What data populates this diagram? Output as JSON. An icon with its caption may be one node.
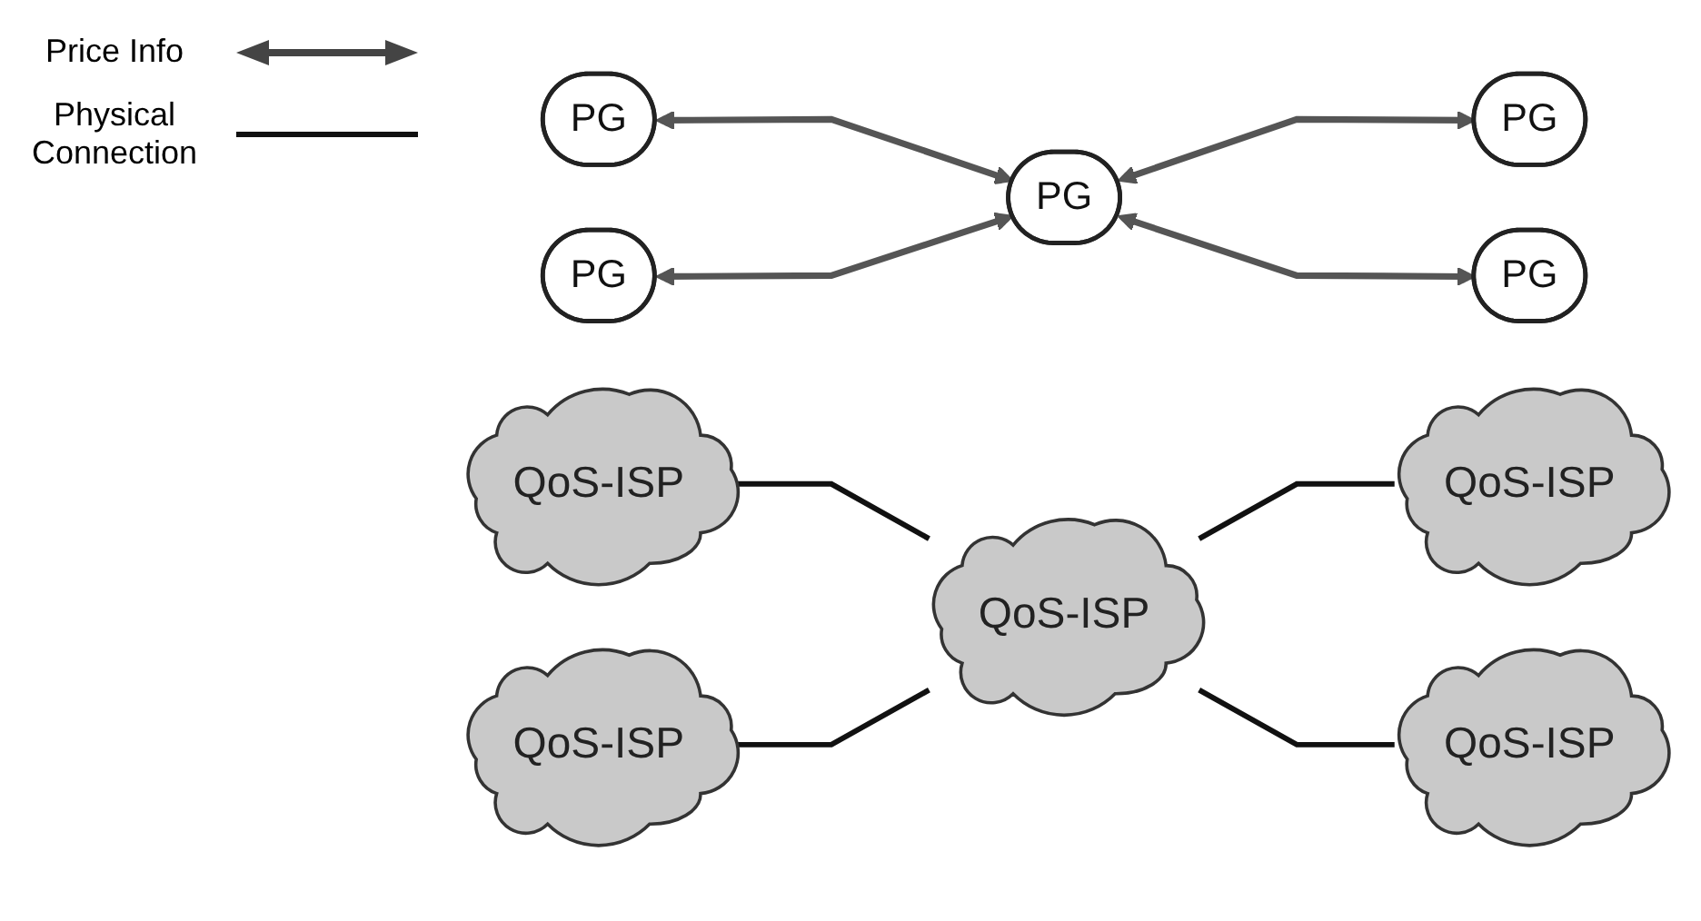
{
  "diagram": {
    "nodes": [
      {
        "text": [
          "PG"
        ]
      },
      {
        "text": [
          "QoS-ISP"
        ]
      },
      {
        "text": [
          "PG"
        ]
      },
      {
        "text": [
          "QoS-ISP"
        ]
      },
      {
        "text": [
          "PG"
        ]
      },
      {
        "text": [
          "QoS-ISP"
        ]
      },
      {
        "text": [
          "PG"
        ]
      },
      {
        "text": [
          "QoS-ISP"
        ]
      },
      {
        "text": [
          "PG"
        ]
      },
      {
        "text": [
          "QoS-ISP"
        ]
      }
    ],
    "edges": [
      {
        "from": 2,
        "to": 4,
        "arrow": "both"
      },
      {
        "from": 8,
        "to": 4,
        "arrow": "both"
      },
      {
        "from": 4,
        "to": 0,
        "arrow": "both"
      },
      {
        "from": 4,
        "to": 6,
        "arrow": "both"
      },
      {
        "from": 3,
        "to": 5,
        "arrow": "none"
      },
      {
        "from": 9,
        "to": 5,
        "arrow": "none"
      },
      {
        "from": 5,
        "to": 1,
        "arrow": "none"
      },
      {
        "from": 5,
        "to": 7,
        "arrow": "none"
      }
    ],
    "legend": [
      {
        "text": "Price Info"
      },
      {
        "text": "Physical Connection"
      }
    ]
  }
}
